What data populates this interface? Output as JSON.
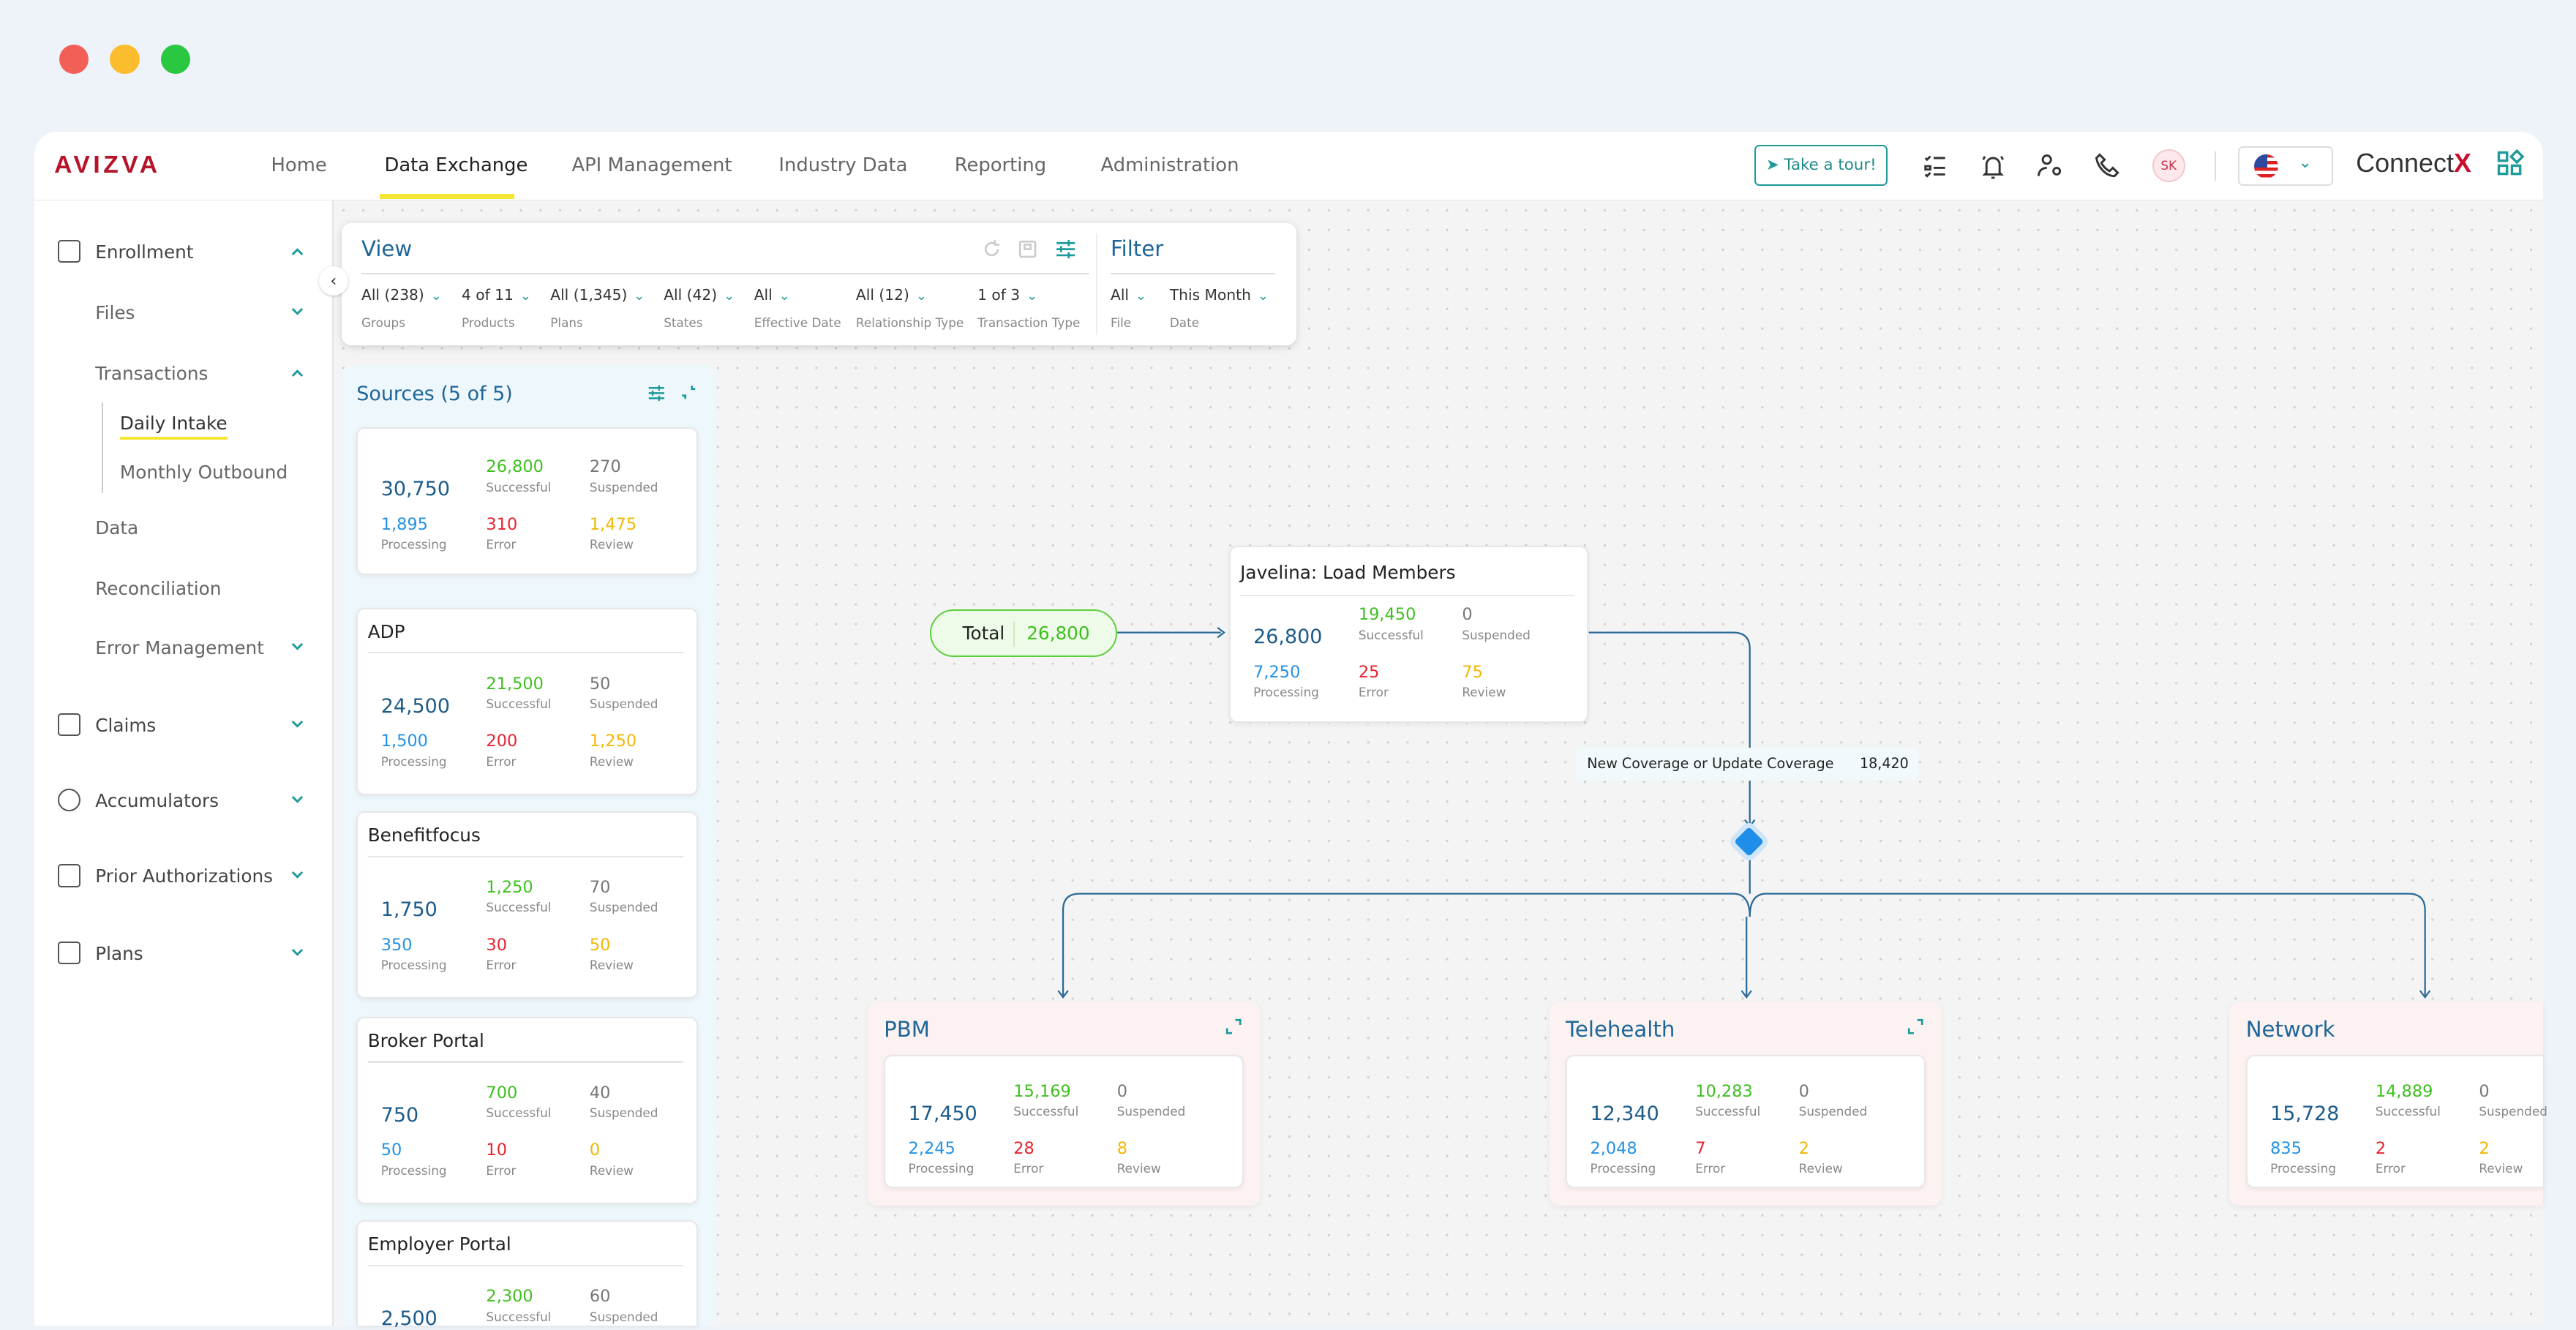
{
  "window": {
    "controls": [
      "close",
      "minimize",
      "maximize"
    ],
    "colors": {
      "close": "#f25f57",
      "minimize": "#fbbc2e",
      "maximize": "#29c840"
    }
  },
  "header": {
    "logo": "AVIZVA",
    "nav": [
      {
        "label": "Home"
      },
      {
        "label": "Data Exchange",
        "active": true
      },
      {
        "label": "API Management"
      },
      {
        "label": "Industry Data"
      },
      {
        "label": "Reporting"
      },
      {
        "label": "Administration"
      }
    ],
    "tour_button": "Take a tour!",
    "icons": [
      "checklist-icon",
      "bell-icon",
      "user-settings-icon",
      "phone-icon"
    ],
    "avatar": "SK",
    "language": "us-flag",
    "brand": {
      "prefix": "Connect",
      "suffix": "X"
    }
  },
  "sidebar": {
    "items": [
      {
        "label": "Enrollment",
        "icon": "enrollment-icon",
        "expanded": true
      },
      {
        "label": "Files",
        "sub": true
      },
      {
        "label": "Transactions",
        "sub": true,
        "expanded": true
      },
      {
        "label": "Daily Intake",
        "sub2": true,
        "active": true
      },
      {
        "label": "Monthly Outbound",
        "sub2": true
      },
      {
        "label": "Data",
        "sub": true
      },
      {
        "label": "Reconciliation",
        "sub": true
      },
      {
        "label": "Error Management",
        "sub": true
      },
      {
        "label": "Claims",
        "icon": "claims-icon"
      },
      {
        "label": "Accumulators",
        "icon": "dollar-icon"
      },
      {
        "label": "Prior Authorizations",
        "icon": "shield-icon"
      },
      {
        "label": "Plans",
        "icon": "list-icon"
      }
    ]
  },
  "view": {
    "title": "View",
    "filters": [
      {
        "value": "All (238)",
        "label": "Groups"
      },
      {
        "value": "4 of 11",
        "label": "Products"
      },
      {
        "value": "All (1,345)",
        "label": "Plans"
      },
      {
        "value": "All (42)",
        "label": "States"
      },
      {
        "value": "All",
        "label": "Effective Date"
      },
      {
        "value": "All (12)",
        "label": "Relationship Type"
      },
      {
        "value": "1 of 3",
        "label": "Transaction Type"
      }
    ]
  },
  "filter": {
    "title": "Filter",
    "filters": [
      {
        "value": "All",
        "label": "File"
      },
      {
        "value": "This Month",
        "label": "Date"
      }
    ]
  },
  "stat_labels": {
    "successful": "Successful",
    "suspended": "Suspended",
    "processing": "Processing",
    "error": "Error",
    "review": "Review"
  },
  "sources": {
    "title": "Sources (5 of 5)",
    "cards": [
      {
        "name": "",
        "total": "30,750",
        "successful": "26,800",
        "suspended": "270",
        "processing": "1,895",
        "error": "310",
        "review": "1,475"
      },
      {
        "name": "ADP",
        "total": "24,500",
        "successful": "21,500",
        "suspended": "50",
        "processing": "1,500",
        "error": "200",
        "review": "1,250"
      },
      {
        "name": "Benefitfocus",
        "total": "1,750",
        "successful": "1,250",
        "suspended": "70",
        "processing": "350",
        "error": "30",
        "review": "50"
      },
      {
        "name": "Broker Portal",
        "total": "750",
        "successful": "700",
        "suspended": "40",
        "processing": "50",
        "error": "10",
        "review": "0"
      },
      {
        "name": "Employer Portal",
        "total": "2,500",
        "successful": "2,300",
        "suspended": "60",
        "processing": "",
        "error": "",
        "review": ""
      }
    ]
  },
  "flow": {
    "total": {
      "label": "Total",
      "value": "26,800"
    },
    "step": {
      "name": "Javelina: Load Members",
      "total": "26,800",
      "successful": "19,450",
      "suspended": "0",
      "processing": "7,250",
      "error": "25",
      "review": "75"
    },
    "condition": {
      "label": "New Coverage or Update Coverage",
      "value": "18,420"
    },
    "branches": [
      {
        "name": "PBM",
        "total": "17,450",
        "successful": "15,169",
        "suspended": "0",
        "processing": "2,245",
        "error": "28",
        "review": "8"
      },
      {
        "name": "Telehealth",
        "total": "12,340",
        "successful": "10,283",
        "suspended": "0",
        "processing": "2,048",
        "error": "7",
        "review": "2"
      },
      {
        "name": "Network",
        "total": "15,728",
        "successful": "14,889",
        "suspended": "0",
        "processing": "835",
        "error": "2",
        "review": "2"
      }
    ]
  },
  "colors": {
    "primary": "#1d5b8a",
    "successful": "#3fbf1f",
    "suspended": "#777777",
    "processing": "#2491e6",
    "error": "#e8232f",
    "review": "#f2b705",
    "accent": "#1d9a9a",
    "active_underline": "#f5e633"
  }
}
